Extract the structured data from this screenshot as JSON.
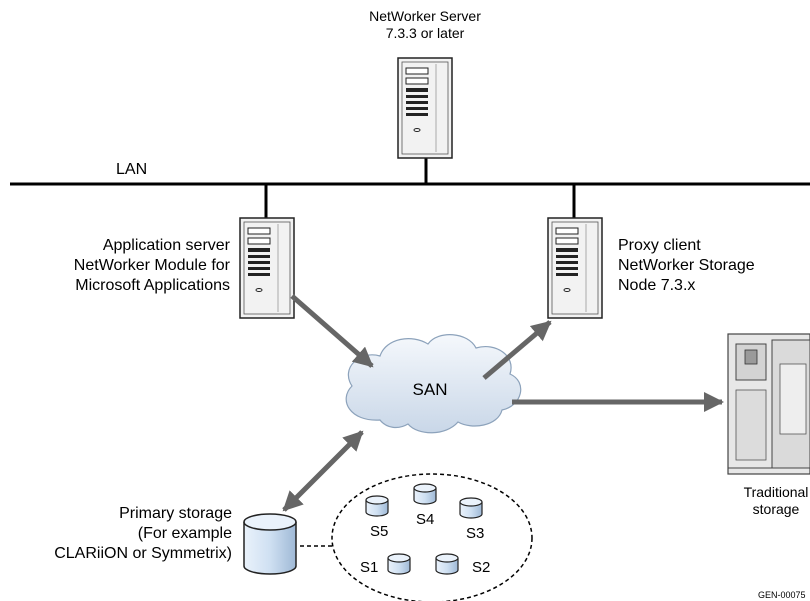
{
  "networker_server": {
    "line1": "NetWorker Server",
    "line2": "7.3.3 or later"
  },
  "lan_label": "LAN",
  "application_server": {
    "line1": "Application server",
    "line2": "NetWorker Module for",
    "line3": "Microsoft Applications"
  },
  "proxy_client": {
    "line1": "Proxy client",
    "line2": "NetWorker Storage",
    "line3": "Node 7.3.x"
  },
  "san_label": "SAN",
  "traditional_storage": {
    "line1": "Traditional",
    "line2": "storage"
  },
  "primary_storage": {
    "line1": "Primary storage",
    "line2": "(For example",
    "line3": "CLARiiON or Symmetrix)"
  },
  "snapshots": {
    "s1": "S1",
    "s2": "S2",
    "s3": "S3",
    "s4": "S4",
    "s5": "S5"
  },
  "figure_id": "GEN-00075",
  "colors": {
    "arrow": "#666666",
    "server_fill": "#f2f2f2",
    "cloud_fill": "#e6eef7",
    "disk_fill": "#cfe0f2",
    "cloud_stroke": "#8ca2bb"
  }
}
